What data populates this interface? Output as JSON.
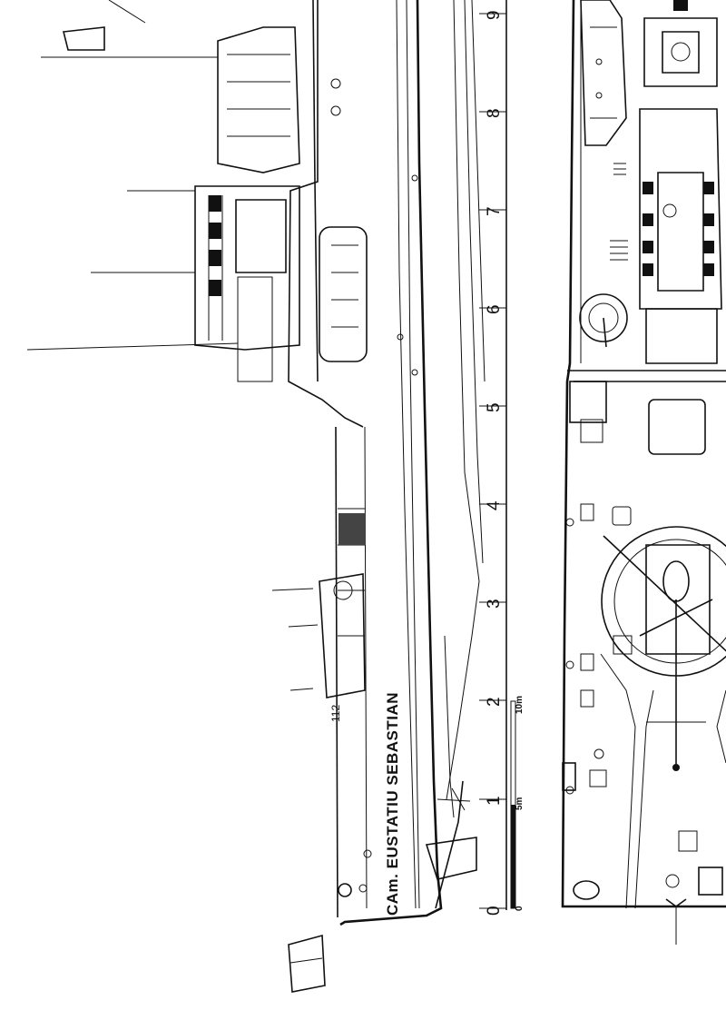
{
  "ship_name": "CAm. EUSTATIU SEBASTIAN",
  "hull_number": "112",
  "station_ruler": [
    "0",
    "1",
    "2",
    "3",
    "4",
    "5",
    "6",
    "7",
    "8",
    "9"
  ],
  "scale_bar": {
    "zero": "0",
    "mid": "5m",
    "end": "10m"
  }
}
